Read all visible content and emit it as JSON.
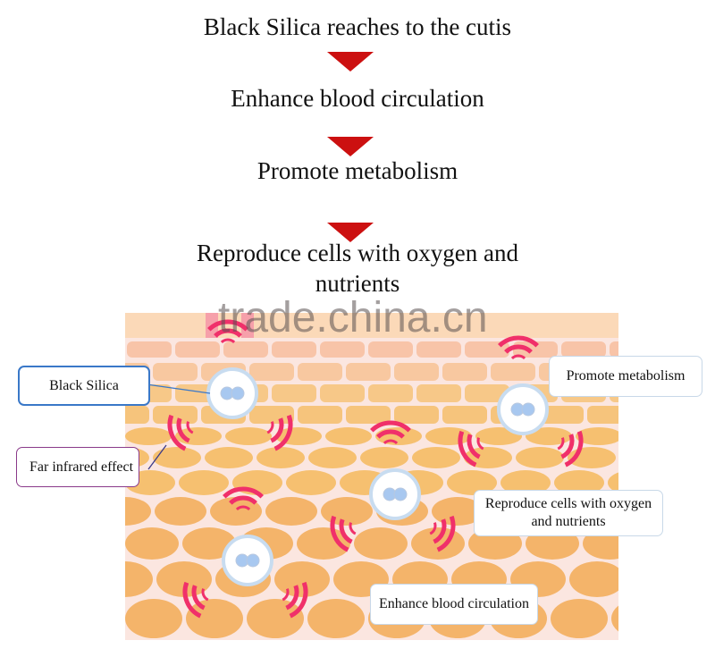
{
  "steps": [
    "Black Silica reaches to the cutis",
    "Enhance blood circulation",
    "Promote  metabolism",
    "Reproduce cells with oxygen and nutrients"
  ],
  "labels": {
    "black_silica": "Black Silica",
    "far_infrared": "Far infrared effect",
    "promote": "Promote metabolism",
    "reproduce": "Reproduce cells with oxygen and nutrients",
    "enhance": "Enhance blood circulation"
  },
  "watermark": "trade.china.cn",
  "colors": {
    "arrow": "#cc1010",
    "arc": "#f0306a",
    "cell_fill": "#f6c070",
    "box_blue": "#3a78c8",
    "box_purple": "#8a3a8a"
  }
}
